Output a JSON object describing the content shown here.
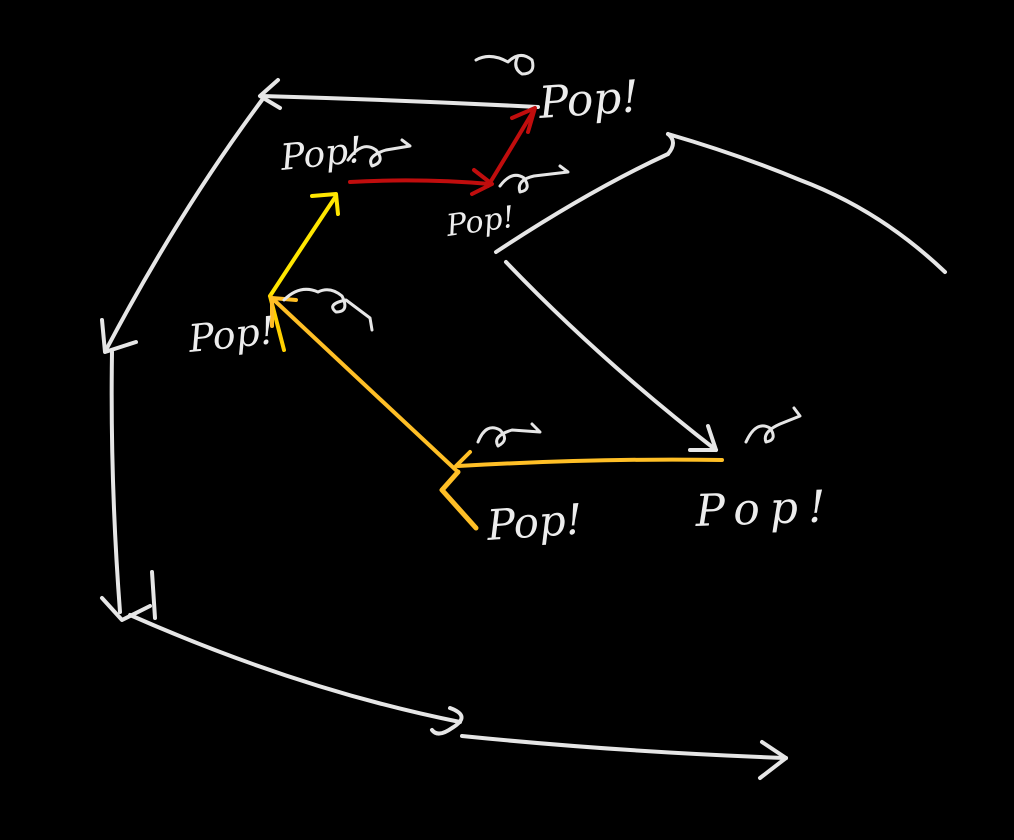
{
  "diagram": {
    "background_color": "#000000",
    "colors": {
      "white": "#e6e6e6",
      "red": "#c00d0d",
      "yellow": "#ffe600",
      "orange": "#ffbf26"
    },
    "labels": [
      {
        "id": "pop-top-right",
        "text": "Pop!"
      },
      {
        "id": "pop-upper-left",
        "text": "Pop!"
      },
      {
        "id": "pop-middle",
        "text": "Pop!"
      },
      {
        "id": "pop-left",
        "text": "Pop!"
      },
      {
        "id": "pop-lower-middle",
        "text": "Pop!"
      },
      {
        "id": "pop-lower-right",
        "text": "Pop!"
      }
    ],
    "swirl_count": 6
  }
}
